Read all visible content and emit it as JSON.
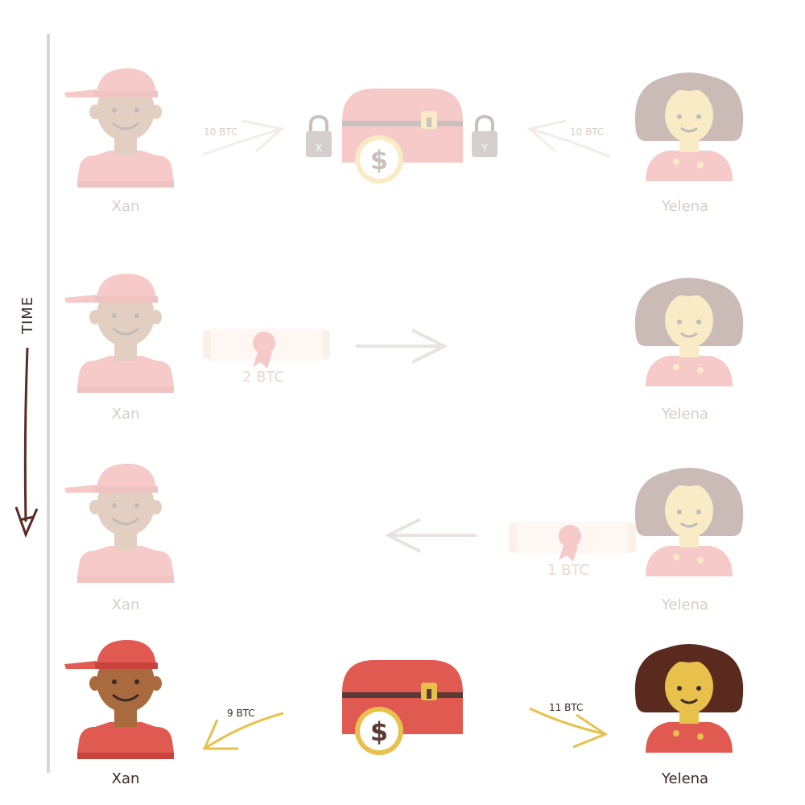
{
  "time_label": "TIME",
  "names": {
    "xan": "Xan",
    "yelena": "Yelena"
  },
  "rows": [
    {
      "id": "open-channel",
      "left_amount": "10 BTC",
      "right_amount": "10 BTC",
      "lock_left": "X",
      "lock_right": "Y"
    },
    {
      "id": "payment-to-yelena",
      "amount": "2 BTC"
    },
    {
      "id": "payment-to-xan",
      "amount": "1 BTC"
    },
    {
      "id": "close-channel",
      "left_amount": "9 BTC",
      "right_amount": "11 BTC"
    }
  ],
  "colors": {
    "accent_red": "#e05a52",
    "skin_dark": "#a86a3e",
    "hair_dark": "#5a2a1e",
    "gold": "#e8c04c",
    "arrow_gray": "#d8cbc4",
    "text_dark": "#3a2a24",
    "text_faded": "#d7ccc6"
  }
}
